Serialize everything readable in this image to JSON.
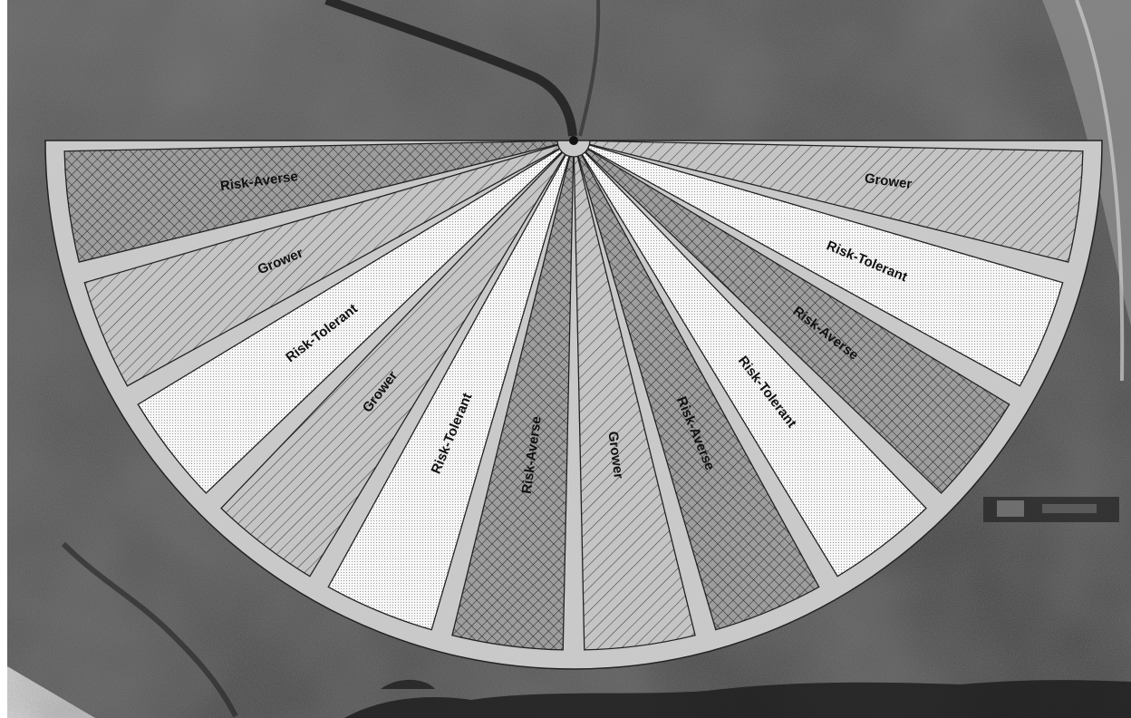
{
  "image": {
    "subject": "aerial photo of a center-pivot field overlaid with a semicircular plot layout divided into wedges",
    "treatments": [
      "Grower",
      "Risk-Tolerant",
      "Risk-Averse"
    ],
    "colors": {
      "frame": "#c9c9c9",
      "Grower": "#c4c4c4",
      "Risk-Tolerant": "#f7f7f7",
      "Risk-Averse": "#9d9d9d",
      "outline": "#222222"
    },
    "wedges_left_to_right": [
      {
        "treatment": "Risk-Averse",
        "label": "Risk-Averse"
      },
      {
        "treatment": "Grower",
        "label": "Grower"
      },
      {
        "treatment": "Risk-Tolerant",
        "label": "Risk-Tolerant"
      },
      {
        "treatment": "Grower",
        "label": "Grower"
      },
      {
        "treatment": "Risk-Tolerant",
        "label": "Risk-Tolerant"
      },
      {
        "treatment": "Risk-Averse",
        "label": "Risk-Averse"
      },
      {
        "treatment": "Grower",
        "label": "Grower"
      },
      {
        "treatment": "Risk-Averse",
        "label": "Risk-Averse"
      },
      {
        "treatment": "Risk-Tolerant",
        "label": "Risk-Tolerant"
      },
      {
        "treatment": "Risk-Averse",
        "label": "Risk-Averse"
      },
      {
        "treatment": "Risk-Tolerant",
        "label": "Risk-Tolerant"
      },
      {
        "treatment": "Grower",
        "label": "Grower"
      }
    ]
  }
}
